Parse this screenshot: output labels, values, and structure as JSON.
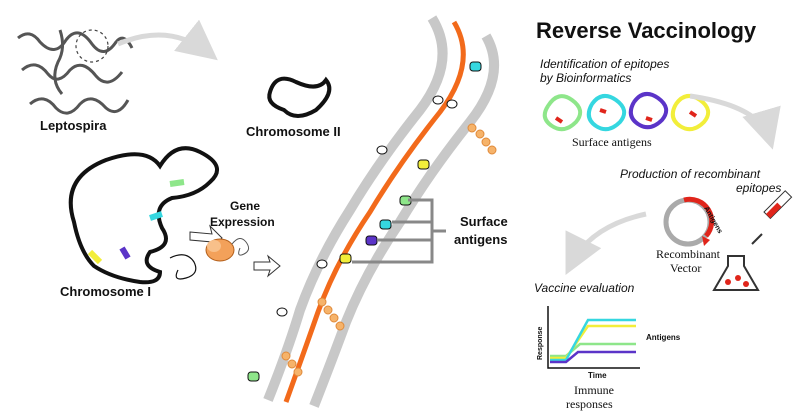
{
  "title": "Reverse Vaccinology",
  "organism": "Leptospira",
  "chromosome_1": "Chromosome I",
  "chromosome_2": "Chromosome II",
  "gene_expression": [
    "Gene",
    "Expression"
  ],
  "surface_antigens_membrane": [
    "Surface",
    "antigens"
  ],
  "steps": {
    "identification": [
      "Identification of epitopes",
      "by Bioinformatics"
    ],
    "surface_antigens": "Surface antigens",
    "production": [
      "Production of recombinant",
      "epitopes"
    ],
    "vector_label": [
      "Recombinant",
      "Vector"
    ],
    "antigens_on_vector": "Antigens",
    "evaluation": "Vaccine evaluation"
  },
  "plot": {
    "ylabel": "Response",
    "xlabel": "Time",
    "legend": "Antigens",
    "caption": [
      "Immune",
      "responses"
    ]
  },
  "colors": {
    "orange_membrane": "#f26a1b",
    "grey_membrane": "#c8c8c8",
    "green": "#8ee68a",
    "cyan": "#35d7e0",
    "purple": "#5b34c8",
    "yellow": "#f2ee3a",
    "red": "#e0251b",
    "peach": "#f6b36a"
  }
}
